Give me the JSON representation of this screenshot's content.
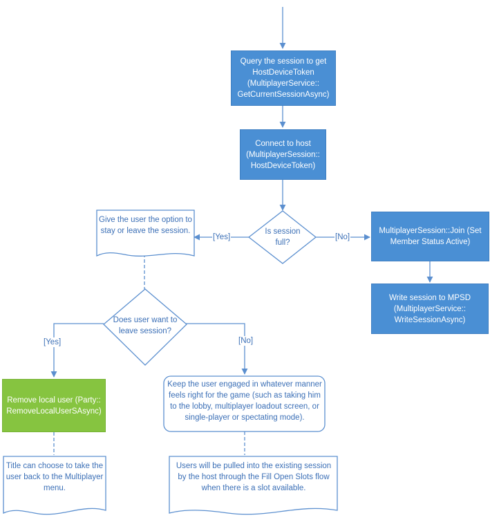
{
  "nodes": {
    "query": {
      "text": "Query the session to get HostDeviceToken (MultiplayerService:: GetCurrentSessionAsync)"
    },
    "connect": {
      "text": "Connect to host (MultiplayerSession:: HostDeviceToken)"
    },
    "is_full": {
      "text": "Is session full?"
    },
    "join": {
      "text": "MultiplayerSession::Join (Set Member Status Active)"
    },
    "write": {
      "text": "Write session to MPSD (MultiplayerService:: WriteSessionAsync)"
    },
    "option": {
      "text": "Give the user the option to stay or leave the session."
    },
    "leave_q": {
      "text": "Does user want to leave session?"
    },
    "remove": {
      "text": "Remove local user (Party:: RemoveLocalUserSAsync)"
    },
    "keep": {
      "text": "Keep the user engaged in whatever manner feels right for the game (such as taking him to the lobby, multiplayer loadout screen, or single-player or spectating mode)."
    },
    "title_back": {
      "text": "Title can choose to take the user back to the Multiplayer menu."
    },
    "fill_slots": {
      "text": "Users will be pulled into the existing session by the host through the Fill Open Slots flow when there is a slot available."
    }
  },
  "edges": {
    "full_yes": "[Yes]",
    "full_no": "[No]",
    "leave_yes": "[Yes]",
    "leave_no": "[No]"
  },
  "colors": {
    "process": "#4a8fd4",
    "process_border": "#3f7fc2",
    "success": "#86c440",
    "line": "#5b8fcf",
    "doc_text": "#3b6fb6"
  }
}
